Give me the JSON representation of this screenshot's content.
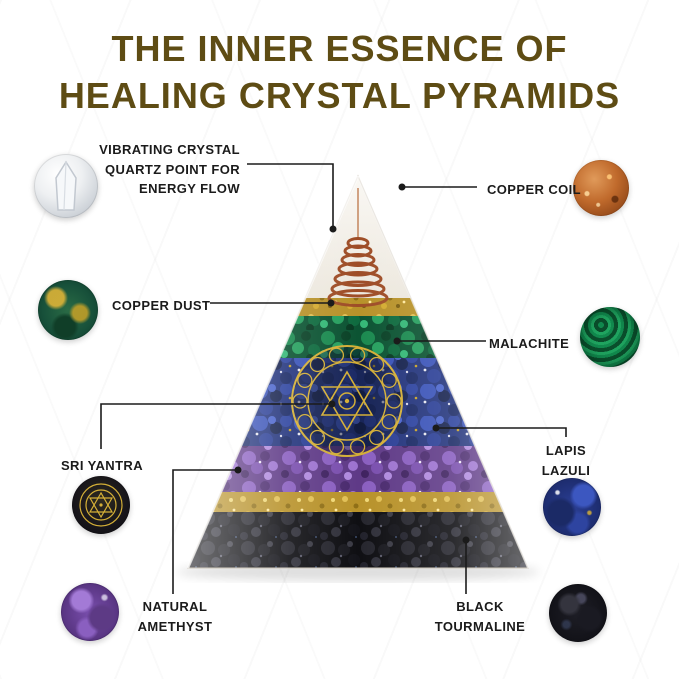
{
  "title": {
    "line1": "THE INNER ESSENCE OF",
    "line2": "HEALING CRYSTAL PYRAMIDS"
  },
  "colors": {
    "title_text": "#5e4c14",
    "accent_gold": "#d4af37",
    "callout_line": "#1b1b1b"
  },
  "callouts": [
    {
      "id": "quartz",
      "label": "VIBRATING CRYSTAL\nQUARTZ POINT FOR\nENERGY FLOW",
      "thumb": "quartz-crystal-point"
    },
    {
      "id": "copper-coil",
      "label": "COPPER COIL",
      "thumb": "copper-coil-sparkle"
    },
    {
      "id": "copper-dust",
      "label": "COPPER DUST",
      "thumb": "copper-dust-layer"
    },
    {
      "id": "malachite",
      "label": "MALACHITE",
      "thumb": "malachite-stone"
    },
    {
      "id": "sri-yantra",
      "label": "SRI YANTRA",
      "thumb": "sri-yantra-symbol"
    },
    {
      "id": "lapis",
      "label": "LAPIS\nLAZULI",
      "thumb": "lapis-lazuli-stone"
    },
    {
      "id": "amethyst",
      "label": "NATURAL\nAMETHYST",
      "thumb": "amethyst-stone"
    },
    {
      "id": "tourmaline",
      "label": "BLACK\nTOURMALINE",
      "thumb": "black-tourmaline-stone"
    }
  ]
}
